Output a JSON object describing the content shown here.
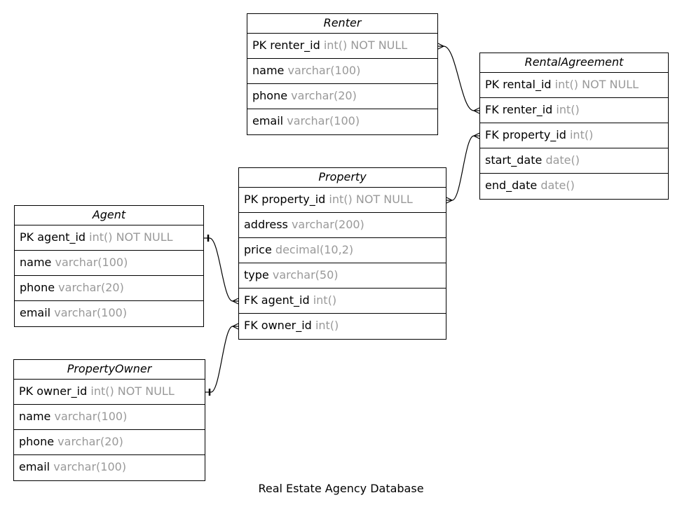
{
  "caption": "Real Estate Agency Database",
  "entities": {
    "renter": {
      "name": "Renter",
      "fields": [
        {
          "key": "PK",
          "name": "renter_id",
          "type": "int() NOT NULL"
        },
        {
          "key": "",
          "name": "name",
          "type": "varchar(100)"
        },
        {
          "key": "",
          "name": "phone",
          "type": "varchar(20)"
        },
        {
          "key": "",
          "name": "email",
          "type": "varchar(100)"
        }
      ]
    },
    "rental_agreement": {
      "name": "RentalAgreement",
      "fields": [
        {
          "key": "PK",
          "name": "rental_id",
          "type": "int() NOT NULL"
        },
        {
          "key": "FK",
          "name": "renter_id",
          "type": "int()"
        },
        {
          "key": "FK",
          "name": "property_id",
          "type": "int()"
        },
        {
          "key": "",
          "name": "start_date",
          "type": "date()"
        },
        {
          "key": "",
          "name": "end_date",
          "type": "date()"
        }
      ]
    },
    "property": {
      "name": "Property",
      "fields": [
        {
          "key": "PK",
          "name": "property_id",
          "type": "int() NOT NULL"
        },
        {
          "key": "",
          "name": "address",
          "type": "varchar(200)"
        },
        {
          "key": "",
          "name": "price",
          "type": "decimal(10,2)"
        },
        {
          "key": "",
          "name": "type",
          "type": "varchar(50)"
        },
        {
          "key": "FK",
          "name": "agent_id",
          "type": "int()"
        },
        {
          "key": "FK",
          "name": "owner_id",
          "type": "int()"
        }
      ]
    },
    "agent": {
      "name": "Agent",
      "fields": [
        {
          "key": "PK",
          "name": "agent_id",
          "type": "int() NOT NULL"
        },
        {
          "key": "",
          "name": "name",
          "type": "varchar(100)"
        },
        {
          "key": "",
          "name": "phone",
          "type": "varchar(20)"
        },
        {
          "key": "",
          "name": "email",
          "type": "varchar(100)"
        }
      ]
    },
    "property_owner": {
      "name": "PropertyOwner",
      "fields": [
        {
          "key": "PK",
          "name": "owner_id",
          "type": "int() NOT NULL"
        },
        {
          "key": "",
          "name": "name",
          "type": "varchar(100)"
        },
        {
          "key": "",
          "name": "phone",
          "type": "varchar(20)"
        },
        {
          "key": "",
          "name": "email",
          "type": "varchar(100)"
        }
      ]
    }
  },
  "relationships": [
    {
      "from": "renter.renter_id",
      "to": "rental_agreement.renter_id",
      "from_end": "many",
      "to_end": "many"
    },
    {
      "from": "property.property_id",
      "to": "rental_agreement.property_id",
      "from_end": "many",
      "to_end": "many"
    },
    {
      "from": "agent.agent_id",
      "to": "property.agent_id",
      "from_end": "one",
      "to_end": "many"
    },
    {
      "from": "property_owner.owner_id",
      "to": "property.owner_id",
      "from_end": "one",
      "to_end": "many"
    }
  ]
}
